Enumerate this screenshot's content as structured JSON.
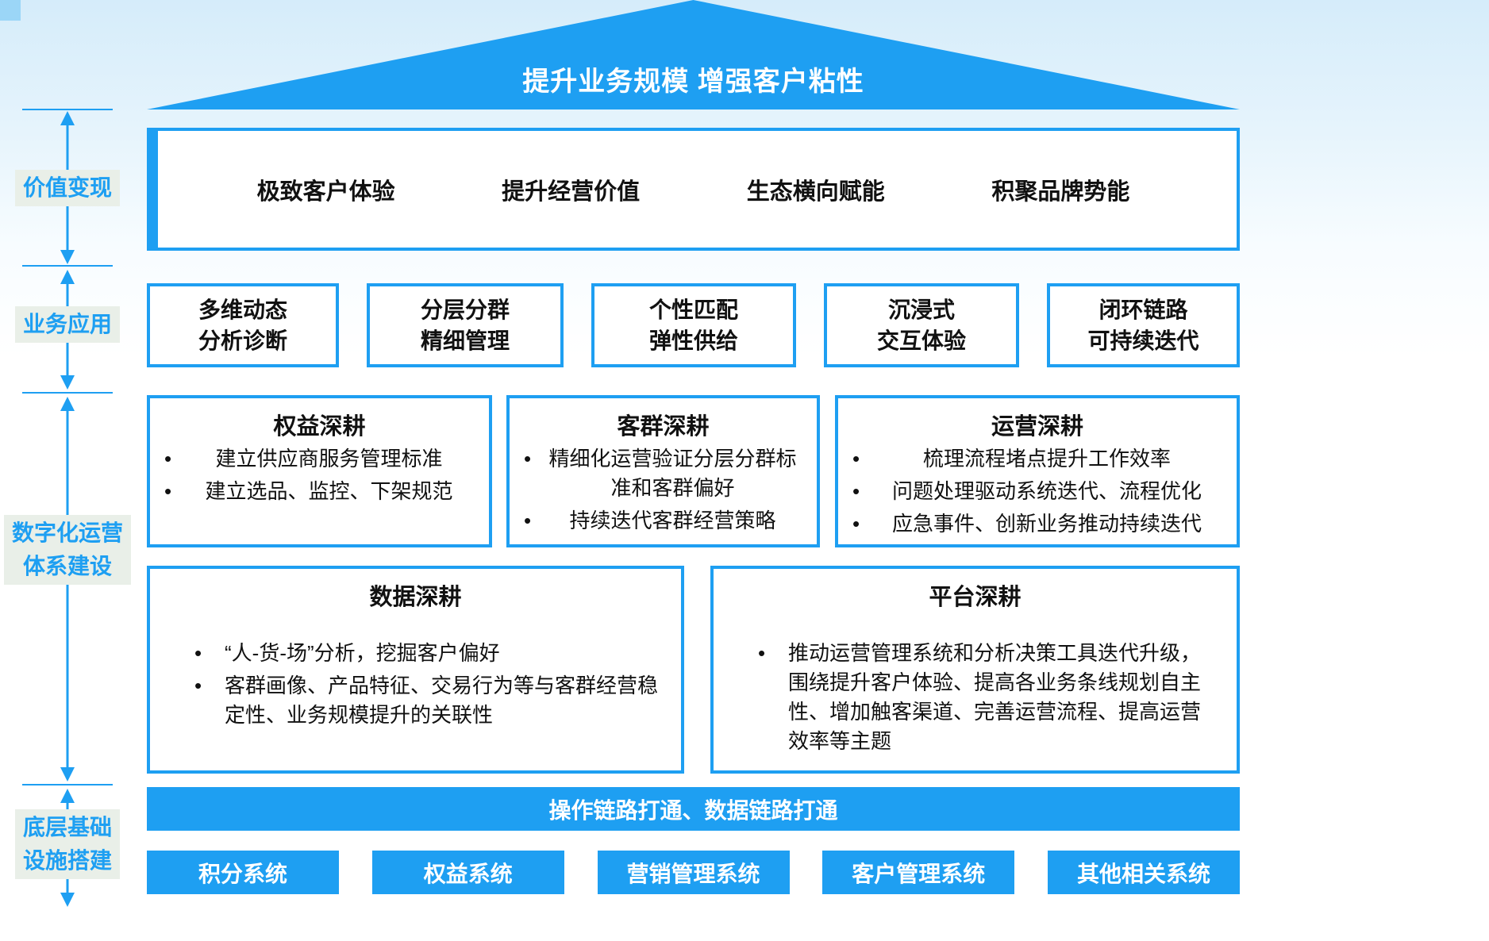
{
  "colors": {
    "primary": "#1E9FF2",
    "label_bg": "#E9EFE8"
  },
  "roof": {
    "title": "提升业务规模 增强客户粘性"
  },
  "rail": {
    "labels": [
      "价值变现",
      "业务应用",
      "数字化运营\n体系建设",
      "底层基础\n设施搭建"
    ]
  },
  "value_row": {
    "items": [
      "极致客户体验",
      "提升经营价值",
      "生态横向赋能",
      "积聚品牌势能"
    ]
  },
  "app_row": {
    "items": [
      "多维动态\n分析诊断",
      "分层分群\n精细管理",
      "个性匹配\n弹性供给",
      "沉浸式\n交互体验",
      "闭环链路\n可持续迭代"
    ]
  },
  "cards_row1": [
    {
      "title": "权益深耕",
      "bullets": [
        "建立供应商服务管理标准",
        "建立选品、监控、下架规范"
      ]
    },
    {
      "title": "客群深耕",
      "bullets": [
        "精细化运营验证分层分群标准和客群偏好",
        "持续迭代客群经营策略"
      ]
    },
    {
      "title": "运营深耕",
      "bullets": [
        "梳理流程堵点提升工作效率",
        "问题处理驱动系统迭代、流程优化",
        "应急事件、创新业务推动持续迭代"
      ]
    }
  ],
  "cards_row2": [
    {
      "title": "数据深耕",
      "bullets": [
        "“人-货-场”分析，挖掘客户偏好",
        "客群画像、产品特征、交易行为等与客群经营稳定性、业务规模提升的关联性"
      ]
    },
    {
      "title": "平台深耕",
      "bullets": [
        "推动运营管理系统和分析决策工具迭代升级，围绕提升客户体验、提高各业务条线规划自主性、增加触客渠道、完善运营流程、提高运营效率等主题"
      ]
    }
  ],
  "link_bar": {
    "label": "操作链路打通、数据链路打通"
  },
  "systems": {
    "items": [
      "积分系统",
      "权益系统",
      "营销管理系统",
      "客户管理系统",
      "其他相关系统"
    ]
  }
}
